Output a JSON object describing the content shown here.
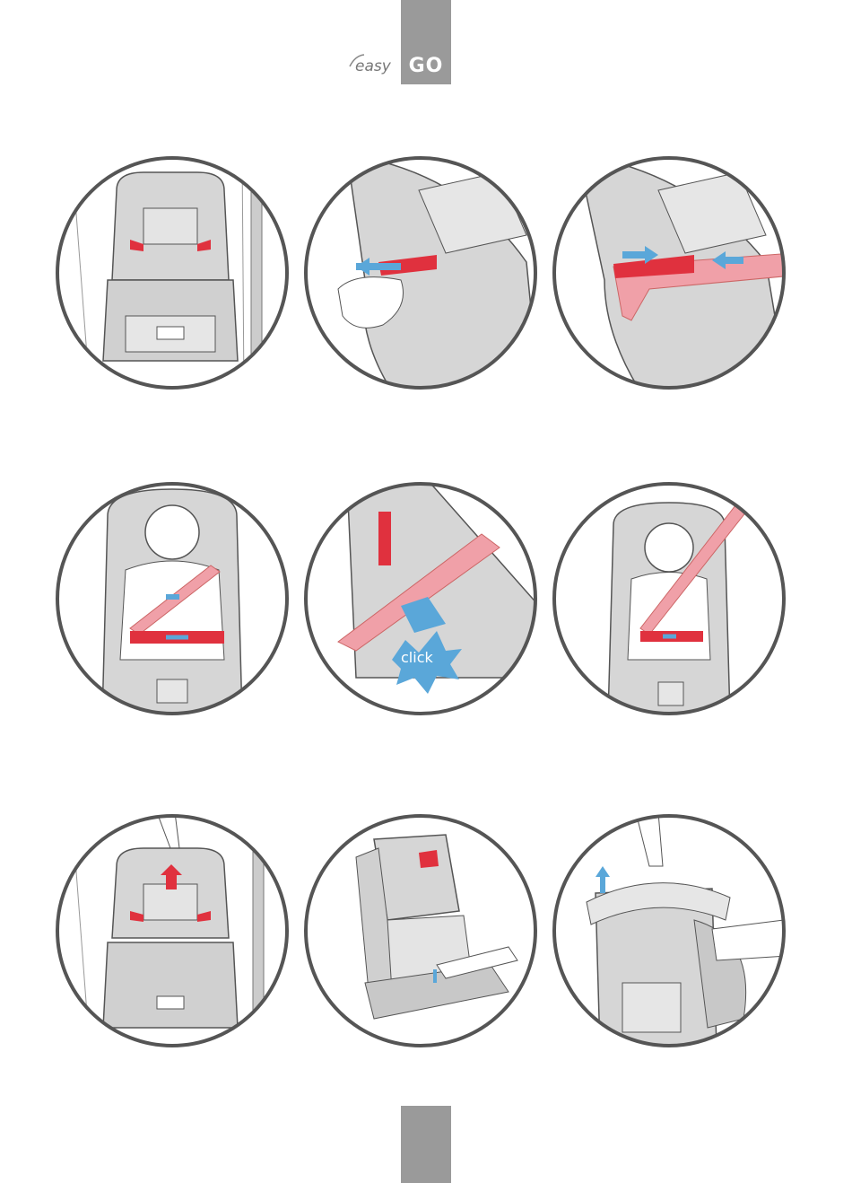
{
  "brand": {
    "prefix": "easy",
    "suffix": "GO"
  },
  "panels": [
    {
      "id": 1,
      "content": "seat-headrest-raised"
    },
    {
      "id": 2,
      "content": "belt-guide-open"
    },
    {
      "id": 3,
      "content": "belt-inserted-guide"
    },
    {
      "id": 4,
      "content": "child-buckled-front"
    },
    {
      "id": 5,
      "content": "buckle-click",
      "label": "click"
    },
    {
      "id": 6,
      "content": "child-buckled-front-small"
    },
    {
      "id": 7,
      "content": "headrest-lift"
    },
    {
      "id": 8,
      "content": "seat-side-adjust"
    },
    {
      "id": 9,
      "content": "seat-fold-carry"
    }
  ],
  "colors": {
    "accent_red": "#e0313e",
    "belt_pink": "#f0a0a8",
    "arrow_blue": "#5aa7d9",
    "outline": "#555555",
    "seat_grey": "#d8d8d8"
  }
}
